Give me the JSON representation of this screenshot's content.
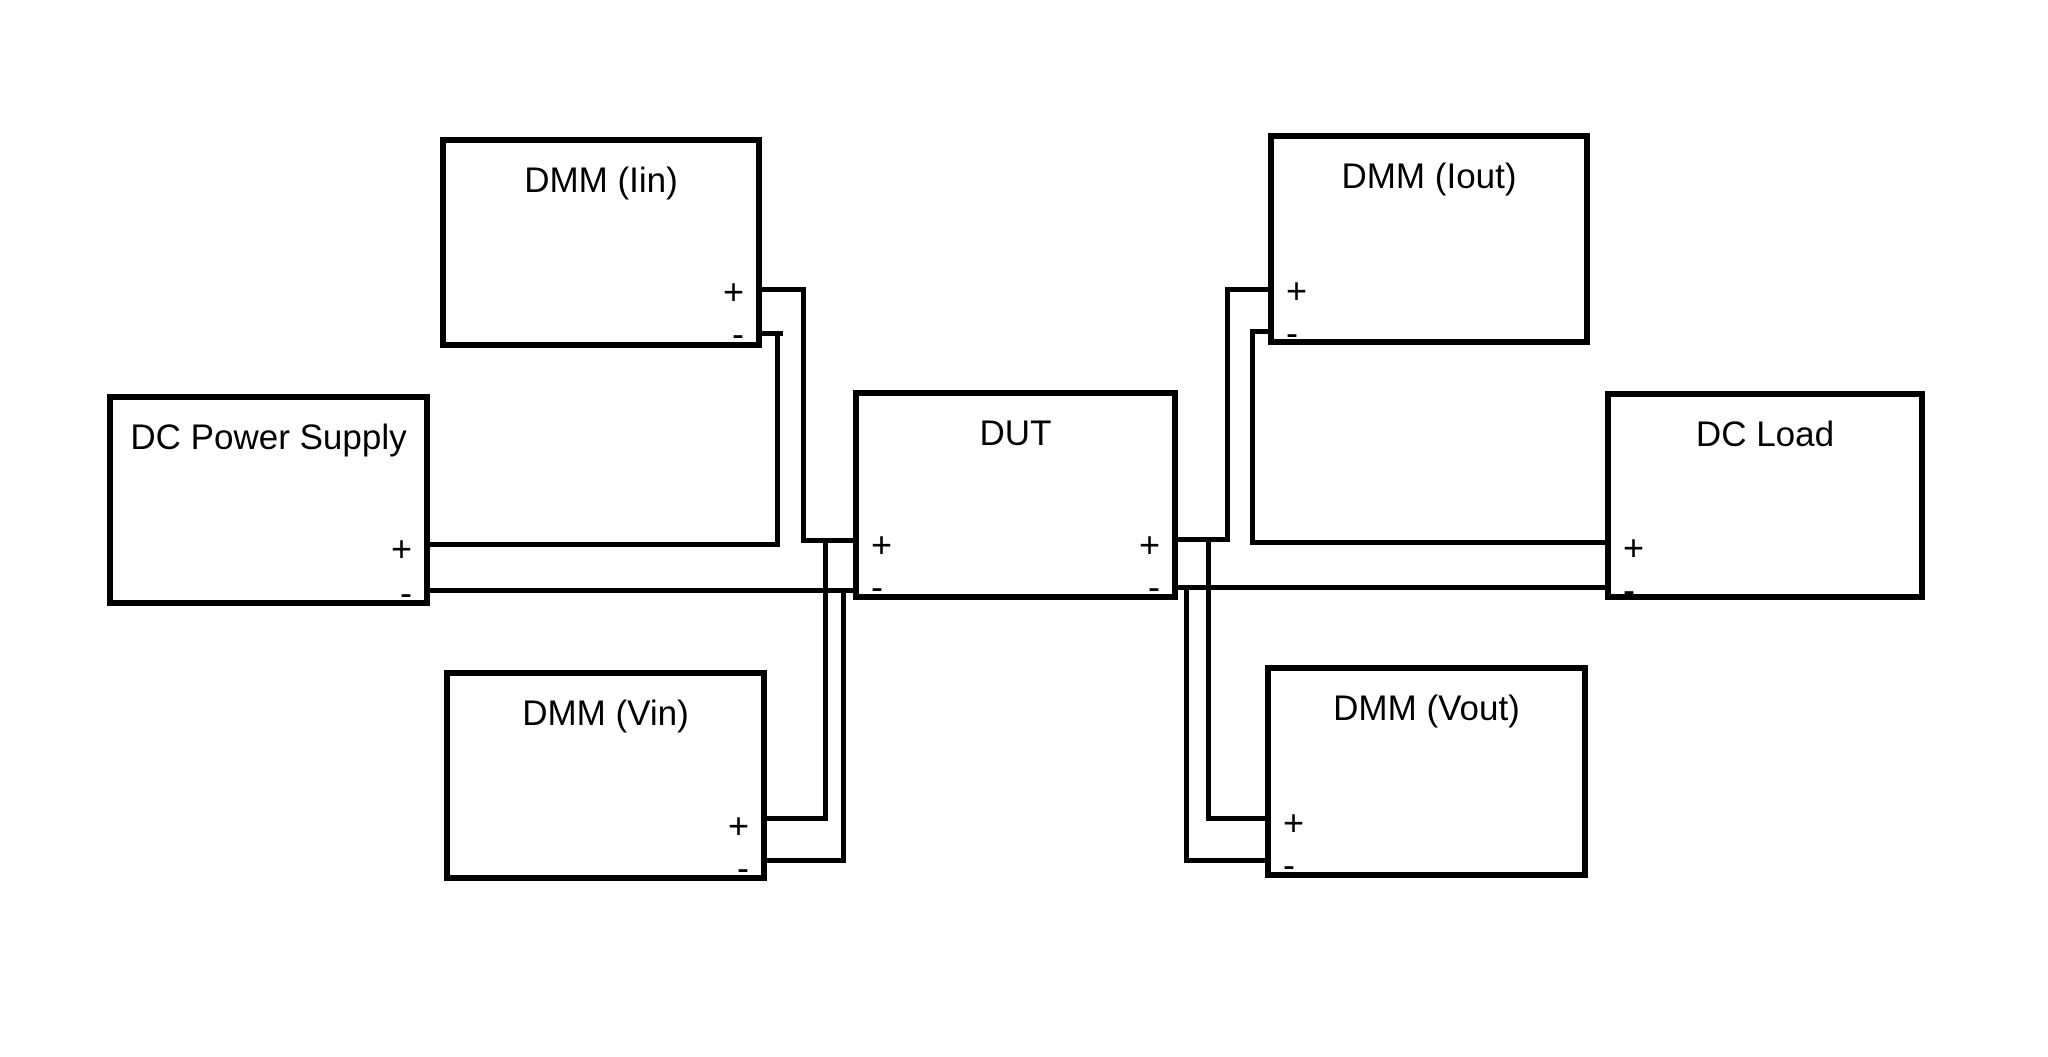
{
  "diagram": {
    "background_color": "#ffffff",
    "line_color": "#000000",
    "blocks": {
      "dc_power_supply": {
        "label": "DC Power Supply",
        "plus": "+",
        "minus": "-"
      },
      "dmm_iin": {
        "label": "DMM (Iin)",
        "plus": "+",
        "minus": "-"
      },
      "dmm_vin": {
        "label": "DMM (Vin)",
        "plus": "+",
        "minus": "-"
      },
      "dut": {
        "label": "DUT",
        "input_plus": "+",
        "input_minus": "-",
        "output_plus": "+",
        "output_minus": "-"
      },
      "dmm_iout": {
        "label": "DMM (Iout)",
        "plus": "+",
        "minus": "-"
      },
      "dmm_vout": {
        "label": "DMM (Vout)",
        "plus": "+",
        "minus": "-"
      },
      "dc_load": {
        "label": "DC Load",
        "plus": "+",
        "minus": "-"
      }
    }
  }
}
